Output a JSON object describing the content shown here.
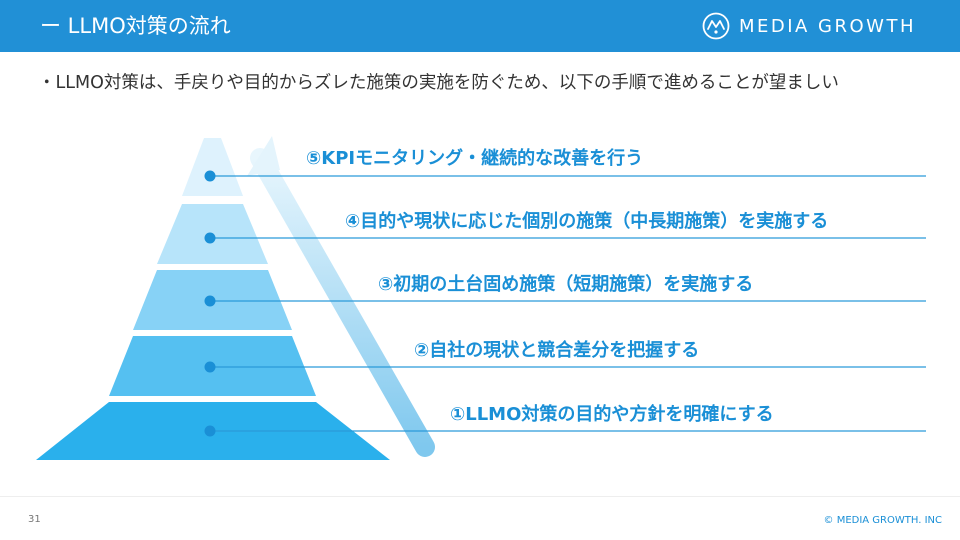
{
  "header": {
    "title": "ー LLMO対策の流れ",
    "logo_text": "MEDIA GROWTH"
  },
  "intro": {
    "text": "・LLMO対策は、手戻りや目的からズレた施策の実施を防ぐため、以下の手順で進めることが望ましい"
  },
  "steps": [
    {
      "label": "⑤KPIモニタリング・継続的な改善を行う"
    },
    {
      "label": "④目的や現状に応じた個別の施策（中長期施策）を実施する"
    },
    {
      "label": "③初期の土台固め施策（短期施策）を実施する"
    },
    {
      "label": "②自社の現状と競合差分を把握する"
    },
    {
      "label": "①LLMO対策の目的や方針を明確にする"
    }
  ],
  "colors": {
    "brand": "#2190d6",
    "label": "#1a8fd6",
    "pyramid_tiers": [
      "#def2fd",
      "#b7e4fa",
      "#87d2f6",
      "#55c0f1",
      "#2ab0ec"
    ],
    "dot": "#1a8fd6"
  },
  "footer": {
    "page_number": "31",
    "copyright": "© MEDIA GROWTH. INC"
  }
}
